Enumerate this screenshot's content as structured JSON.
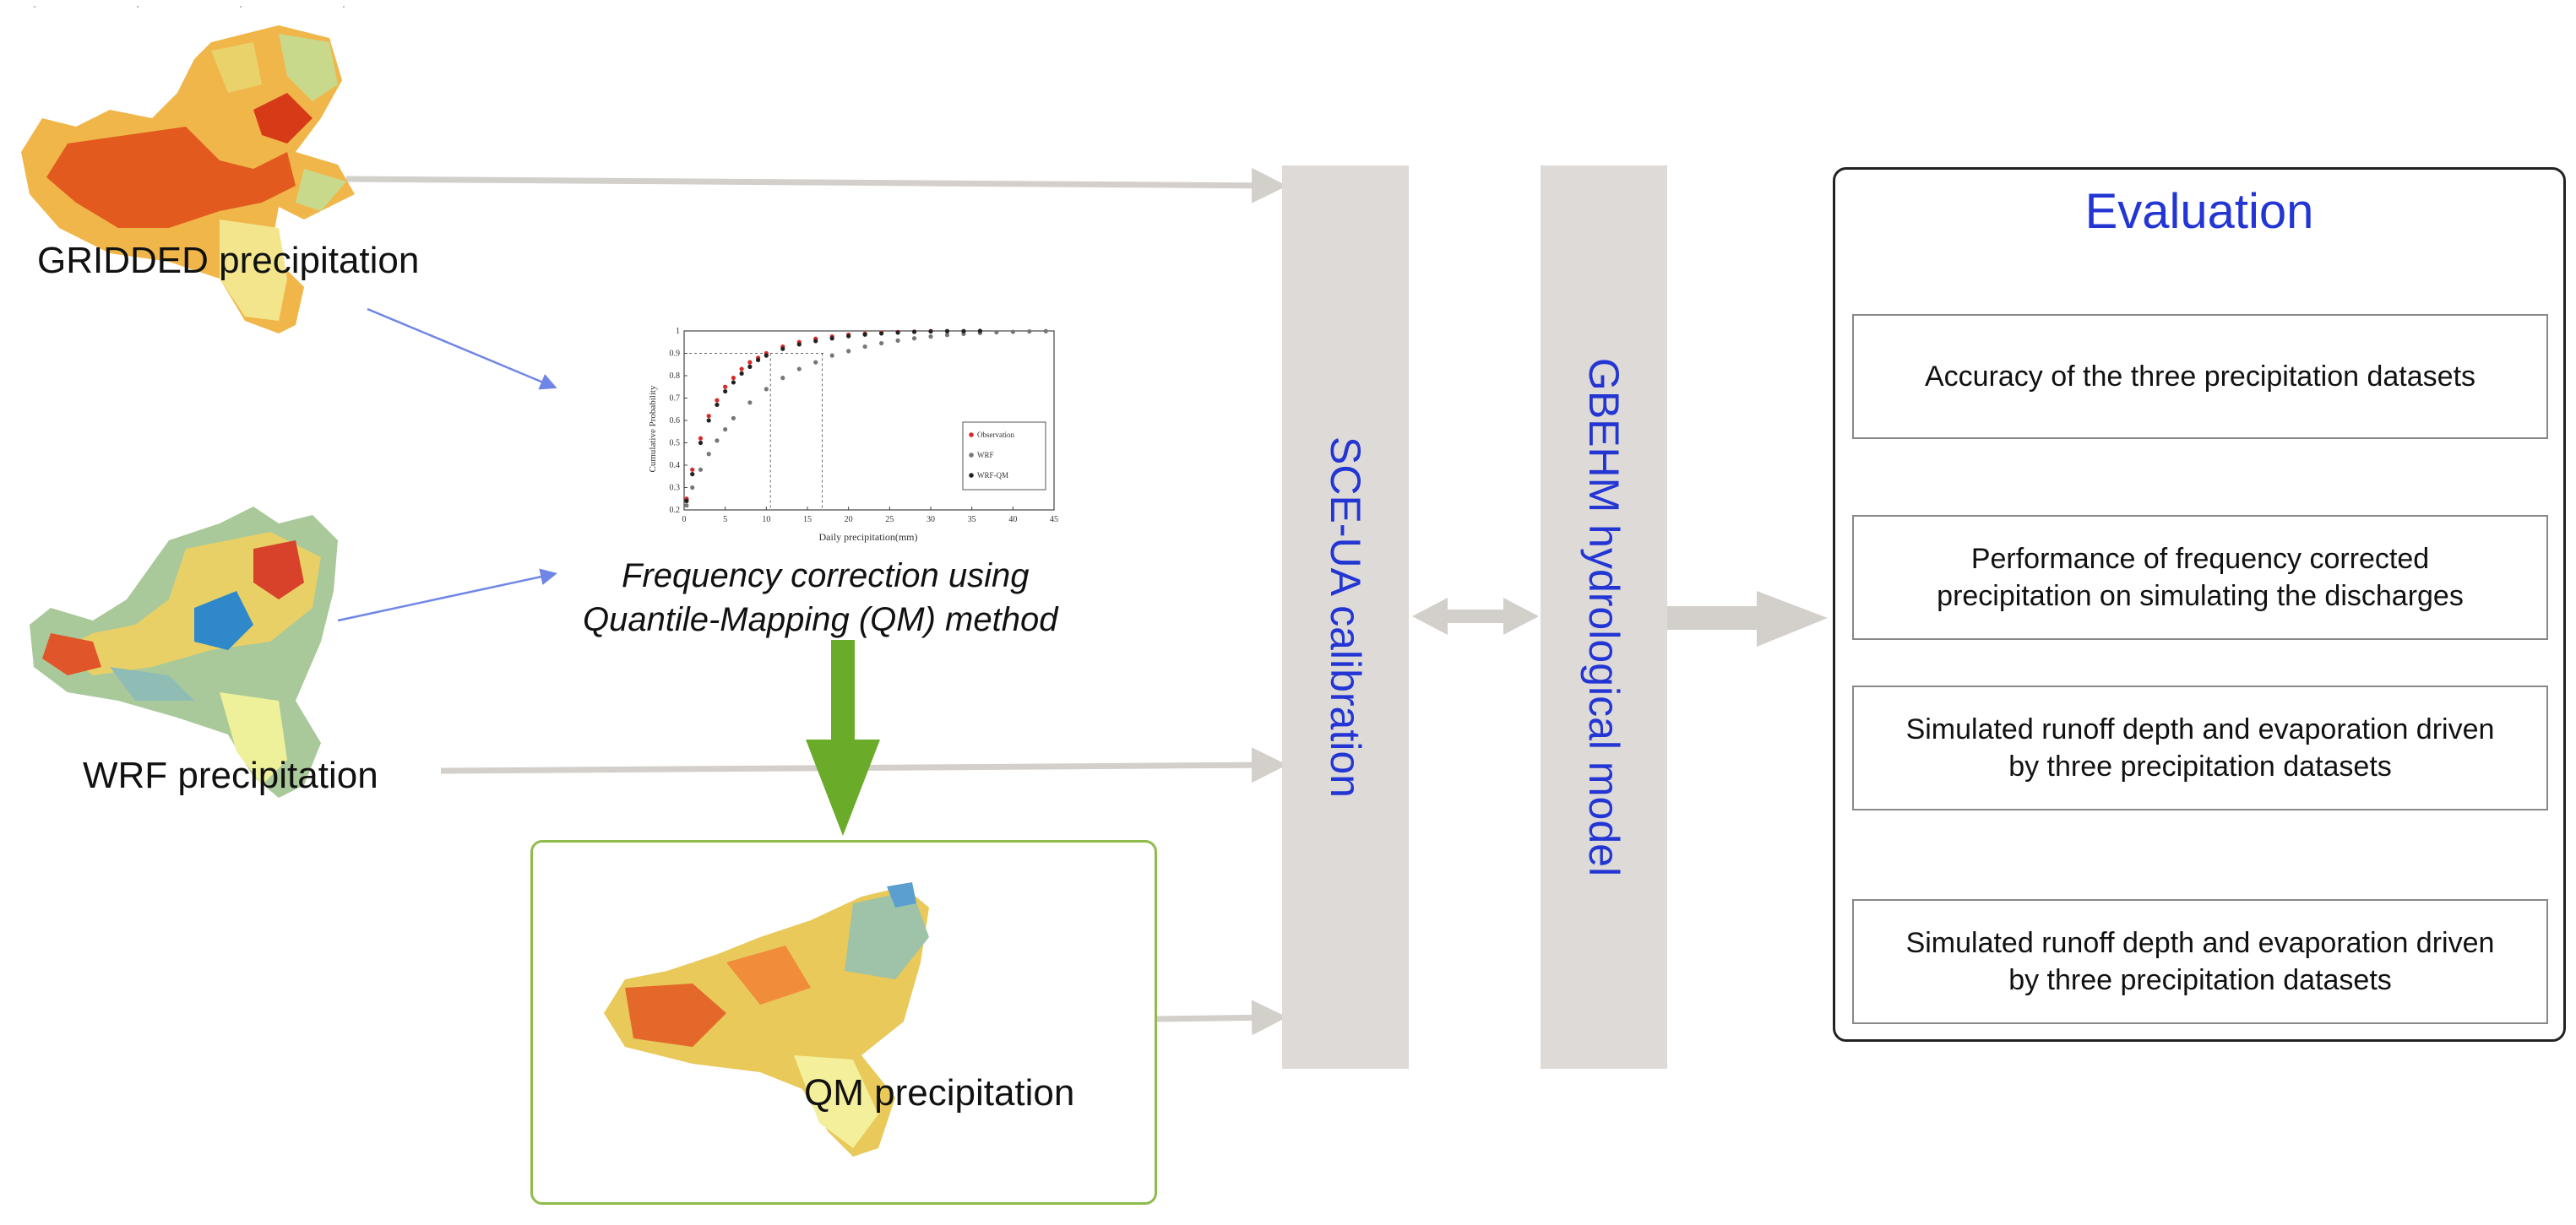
{
  "inputs": {
    "gridded_label": "GRIDDED precipitation",
    "wrf_label": "WRF precipitation",
    "qm_label": "QM precipitation"
  },
  "correction": {
    "line1": "Frequency correction using",
    "line2": "Quantile-Mapping (QM) method"
  },
  "chart": {
    "ylabel": "Cumulative Probability",
    "xlabel": "Daily precipitation(mm)",
    "xticks": [
      "0",
      "5",
      "10",
      "15",
      "20",
      "25",
      "30",
      "35",
      "40",
      "45"
    ],
    "yticks": [
      "0.2",
      "0.3",
      "0.4",
      "0.5",
      "0.6",
      "0.7",
      "0.8",
      "0.9",
      "1"
    ],
    "legend": [
      "Observation",
      "WRF",
      "WRF-QM"
    ]
  },
  "chart_data": {
    "type": "scatter",
    "xlabel": "Daily precipitation(mm)",
    "ylabel": "Cumulative Probability",
    "xlim": [
      0,
      45
    ],
    "ylim": [
      0.2,
      1.0
    ],
    "legend_position": "right",
    "series": [
      {
        "name": "Observation",
        "color": "#d62a2a",
        "x": [
          0.3,
          1,
          2,
          3,
          4,
          5,
          6,
          7,
          8,
          9,
          10,
          12,
          14,
          16,
          18,
          20,
          22,
          24,
          26,
          28,
          30
        ],
        "y": [
          0.25,
          0.38,
          0.52,
          0.62,
          0.69,
          0.75,
          0.79,
          0.83,
          0.86,
          0.88,
          0.9,
          0.93,
          0.95,
          0.965,
          0.975,
          0.983,
          0.988,
          0.992,
          0.995,
          0.997,
          0.999
        ]
      },
      {
        "name": "WRF",
        "color": "#777777",
        "x": [
          0.3,
          1,
          2,
          3,
          4,
          5,
          6,
          8,
          10,
          12,
          14,
          16,
          18,
          20,
          22,
          24,
          26,
          28,
          30,
          32,
          34,
          36,
          38,
          40,
          42,
          44
        ],
        "y": [
          0.22,
          0.3,
          0.38,
          0.45,
          0.51,
          0.56,
          0.61,
          0.68,
          0.74,
          0.79,
          0.83,
          0.86,
          0.89,
          0.91,
          0.93,
          0.945,
          0.957,
          0.967,
          0.975,
          0.982,
          0.987,
          0.991,
          0.994,
          0.996,
          0.998,
          0.999
        ]
      },
      {
        "name": "WRF-QM",
        "color": "#222222",
        "x": [
          0.3,
          1,
          2,
          3,
          4,
          5,
          6,
          7,
          8,
          9,
          10,
          12,
          14,
          16,
          18,
          20,
          22,
          24,
          26,
          28,
          30,
          32,
          34,
          36
        ],
        "y": [
          0.24,
          0.36,
          0.5,
          0.6,
          0.67,
          0.73,
          0.77,
          0.81,
          0.84,
          0.87,
          0.89,
          0.92,
          0.94,
          0.955,
          0.967,
          0.977,
          0.984,
          0.989,
          0.993,
          0.996,
          0.998,
          0.999,
          0.999,
          1.0
        ]
      }
    ]
  },
  "calibration": {
    "label": "SCE-UA calibration"
  },
  "model": {
    "label": "GBEHM hydrological model"
  },
  "evaluation": {
    "title": "Evaluation",
    "items": [
      "Accuracy of the three precipitation datasets",
      "Performance of frequency corrected\nprecipitation on simulating the discharges",
      "Simulated runoff depth and evaporation driven\nby three precipitation datasets",
      "Simulated runoff depth and evaporation driven\nby three precipitation datasets"
    ]
  },
  "colors": {
    "accent_text": "#2336d4",
    "bar_fill": "#dedad7",
    "green_arrow": "#6aab2a",
    "gray_arrow": "#d3cfcb",
    "blue_arrow": "#6f86e6"
  }
}
